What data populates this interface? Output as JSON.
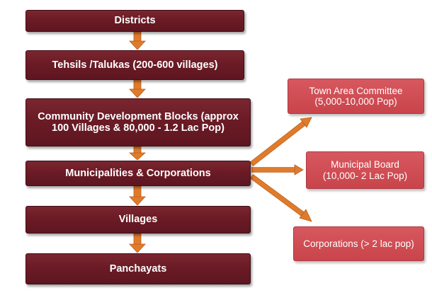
{
  "hierarchy": [
    {
      "id": "districts",
      "label": "Districts"
    },
    {
      "id": "tehsils",
      "label": "Tehsils /Talukas (200-600 villages)"
    },
    {
      "id": "blocks",
      "label": "Community Development Blocks (approx 100 Villages & 80,000 - 1.2 Lac Pop)"
    },
    {
      "id": "municipalities",
      "label": "Municipalities & Corporations"
    },
    {
      "id": "villages",
      "label": "Villages"
    },
    {
      "id": "panchayats",
      "label": "Panchayats"
    }
  ],
  "urban_bodies": [
    {
      "id": "town-area",
      "label": "Town Area Committee (5,000-10,000 Pop)"
    },
    {
      "id": "municipal-board",
      "label": "Municipal Board (10,000- 2 Lac Pop)"
    },
    {
      "id": "corporations",
      "label": "Corporations (> 2 lac pop)"
    }
  ],
  "colors": {
    "main_box": "#6b1b25",
    "side_box": "#cf4a51",
    "arrow": "#e07b2c"
  }
}
